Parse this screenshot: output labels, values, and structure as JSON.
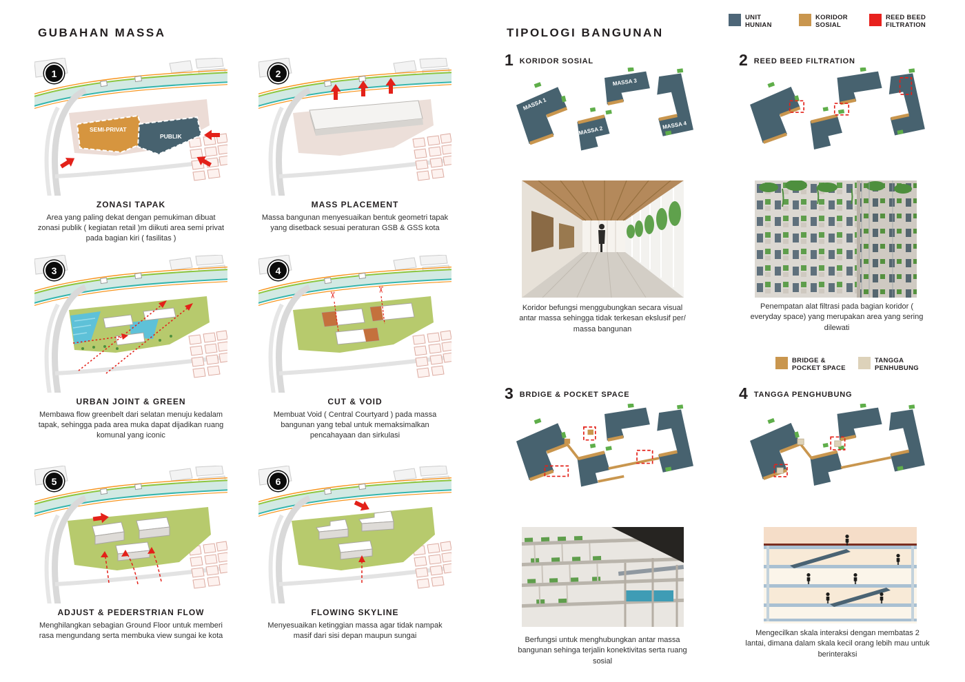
{
  "titles": {
    "left": "GUBAHAN MASSA",
    "right": "TIPOLOGI BANGUNAN"
  },
  "legend_top": [
    {
      "label": "UNIT HUNIAN",
      "color": "#4d6678"
    },
    {
      "label": "KORIDOR SOSIAL",
      "color": "#c9964e"
    },
    {
      "label": "REED BEED FILTRATION",
      "color": "#e8211d"
    }
  ],
  "legend_mid": [
    {
      "label": "BRIDGE & POCKET SPACE",
      "color": "#c9964e"
    },
    {
      "label": "TANGGA PENHUBUNG",
      "color": "#ddd2ba"
    }
  ],
  "steps": [
    {
      "num": "1",
      "title": "ZONASI TAPAK",
      "caption": "Area yang paling dekat dengan pemukiman dibuat zonasi publik ( kegiatan retail )m diikuti area semi privat  pada bagian kiri ( fasilitas )",
      "zone_semi": "SEMI-PRIVAT",
      "zone_pub": "PUBLIK"
    },
    {
      "num": "2",
      "title": "MASS PLACEMENT",
      "caption": "Massa bangunan menyesuaikan bentuk geometri tapak yang disetback sesuai peraturan GSB & GSS kota"
    },
    {
      "num": "3",
      "title": "URBAN JOINT & GREEN",
      "caption": "Membawa flow greenbelt dari selatan menuju kedalam tapak, sehingga pada area muka dapat dijadikan ruang komunal yang iconic"
    },
    {
      "num": "4",
      "title": "CUT & VOID",
      "caption": "Membuat Void ( Central Courtyard ) pada massa bangunan yang tebal untuk memaksimalkan pencahayaan dan sirkulasi"
    },
    {
      "num": "5",
      "title": "ADJUST  & PEDERSTRIAN FLOW",
      "caption": "Menghilangkan sebagian Ground Floor untuk memberi rasa mengundang serta membuka view sungai ke kota"
    },
    {
      "num": "6",
      "title": "FLOWING SKYLINE",
      "caption": "Menyesuaikan ketinggian massa agar tidak nampak masif  dari sisi depan maupun sungai"
    }
  ],
  "sections": [
    {
      "num": "1",
      "title": "KORIDOR SOSIAL",
      "caption": "Koridor befungsi menggubungkan secara visual antar massa sehingga tidak terkesan ekslusif per/ massa bangunan",
      "massa": [
        "MASSA 1",
        "MASSA 2",
        "MASSA 3",
        "MASSA 4"
      ]
    },
    {
      "num": "2",
      "title": "REED BEED FILTRATION",
      "caption": "Penempatan alat filtrasi pada bagian koridor ( everyday space) yang merupakan area yang sering dilewati"
    },
    {
      "num": "3",
      "title": "BRDIGE & POCKET SPACE",
      "caption": "Berfungsi untuk menghubungkan antar massa bangunan sehinga terjalin konektivitas serta ruang sosial"
    },
    {
      "num": "4",
      "title": "TANGGA PENGHUBUNG",
      "caption": "Mengecilkan skala interaksi dengan membatas 2 lantai, dimana dalam skala kecil orang lebih mau untuk berinteraksi"
    }
  ]
}
